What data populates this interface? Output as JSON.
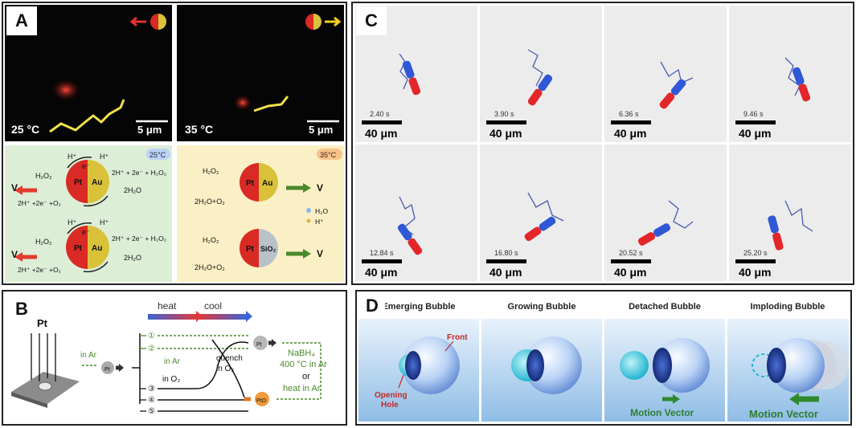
{
  "panel_a": {
    "label": "A",
    "left_temp": "25 °C",
    "right_temp": "35 °C",
    "scale": "5 μm",
    "badge_25": "25°C",
    "badge_35": "35°C",
    "pt": "Pt",
    "au": "Au",
    "sio2": "SiO₂",
    "h2o2": "H₂O₂",
    "hplus": "H⁺",
    "eminus": "e⁻",
    "v": "V",
    "rxn_right": "2H⁺ + 2e⁻ + H₂O₂",
    "rxn_left": "2H⁺ +2e⁻ +O₂",
    "h2o_2": "2H₂O",
    "decomp": "2H₂O+O₂",
    "legend_h2o": "H₂O",
    "legend_h": "H⁺"
  },
  "panel_b": {
    "label": "B",
    "pt": "Pt",
    "in_ar": "in Ar",
    "heat": "heat",
    "cool": "cool",
    "n1": "①",
    "n2": "②",
    "n3": "③",
    "n4": "④",
    "n5": "⑤",
    "in_ar2": "in Ar",
    "in_o2": "in O₂",
    "quench1": "quench",
    "quench2": "in O₂",
    "pto": "PtO",
    "nabh4": "NaBH₄",
    "cond": "400 °C in Ar",
    "or": "or",
    "heat_ar": "heat in Ar"
  },
  "panel_c": {
    "label": "C",
    "scale": "40 μm",
    "times": [
      "2.40 s",
      "3.90 s",
      "6.36 s",
      "9.46 s",
      "12.84 s",
      "16.80 s",
      "20.52 s",
      "25.20 s"
    ]
  },
  "panel_d": {
    "label": "D",
    "titles": [
      "Emerging Bubble",
      "Growing Bubble",
      "Detached Bubble",
      "Imploding Bubble"
    ],
    "front": "Front",
    "opening1": "Opening",
    "opening2": "Hole",
    "motion": "Motion Vector"
  }
}
